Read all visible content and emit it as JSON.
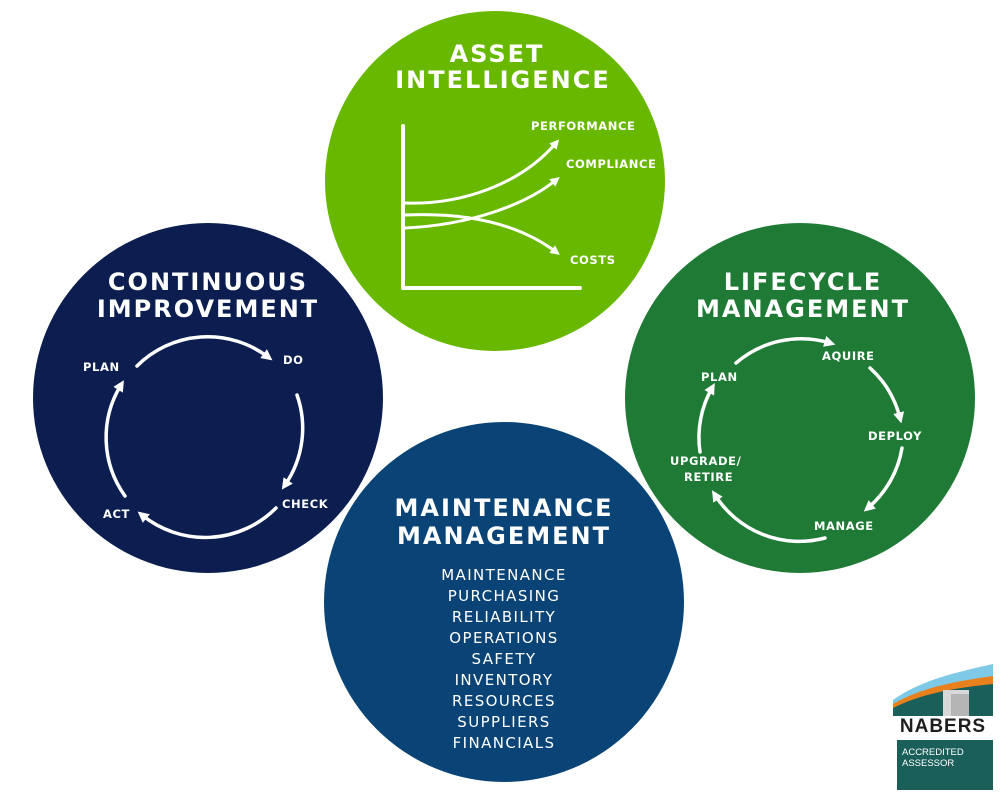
{
  "colors": {
    "asset_intelligence": "#69b800",
    "continuous_improvement": "#0c1e4f",
    "lifecycle_management": "#1e7a35",
    "maintenance_management": "#0a4476"
  },
  "asset_intelligence": {
    "title_line1": "ASSET",
    "title_line2": "INTELLIGENCE",
    "series": [
      "PERFORMANCE",
      "COMPLIANCE",
      "COSTS"
    ]
  },
  "continuous_improvement": {
    "title_line1": "CONTINUOUS",
    "title_line2": "IMPROVEMENT",
    "steps": [
      "PLAN",
      "DO",
      "CHECK",
      "ACT"
    ]
  },
  "lifecycle_management": {
    "title_line1": "LIFECYCLE",
    "title_line2": "MANAGEMENT",
    "steps": [
      "PLAN",
      "AQUIRE",
      "DEPLOY",
      "MANAGE",
      "UPGRADE/",
      "RETIRE"
    ]
  },
  "maintenance_management": {
    "title_line1": "MAINTENANCE",
    "title_line2": "MANAGEMENT",
    "items": [
      "MAINTENANCE",
      "PURCHASING",
      "RELIABILITY",
      "OPERATIONS",
      "SAFETY",
      "INVENTORY",
      "RESOURCES",
      "SUPPLIERS",
      "FINANCIALS"
    ]
  },
  "logo": {
    "wordmark": "NABERS",
    "badge_line1": "ACCREDITED",
    "badge_line2": "ASSESSOR"
  }
}
